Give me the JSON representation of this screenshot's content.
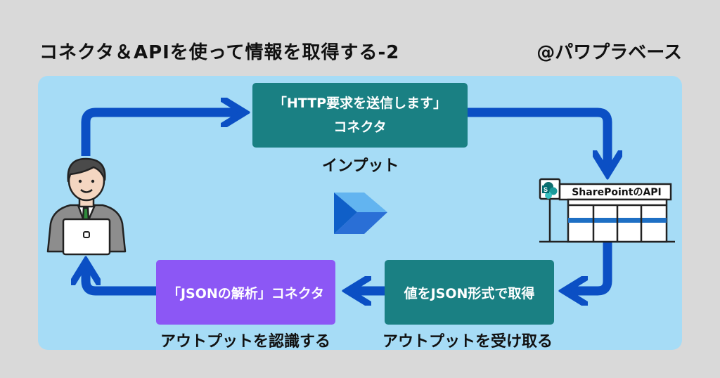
{
  "header": {
    "title": "コネクタ＆APIを使って情報を取得する-2",
    "brand": "@パワプラベース"
  },
  "nodes": {
    "http_line1": "「HTTP要求を送信します」",
    "http_line2": "コネクタ",
    "input_caption": "インプット",
    "value_box": "値をJSON形式で取得",
    "receive_caption": "アウトプットを受け取る",
    "json_box": "「JSONの解析」コネクタ",
    "recognize_caption": "アウトプットを認識する",
    "sharepoint_label": "SharePointのAPI"
  },
  "colors": {
    "background": "#d9d9d9",
    "panel": "#a6dcf6",
    "arrow": "#0b4fc4",
    "teal_box": "#1a8083",
    "purple_box": "#8c57f5"
  },
  "icons": [
    "user-laptop-icon",
    "power-automate-logo-icon",
    "sharepoint-store-icon",
    "sharepoint-logo-icon"
  ]
}
